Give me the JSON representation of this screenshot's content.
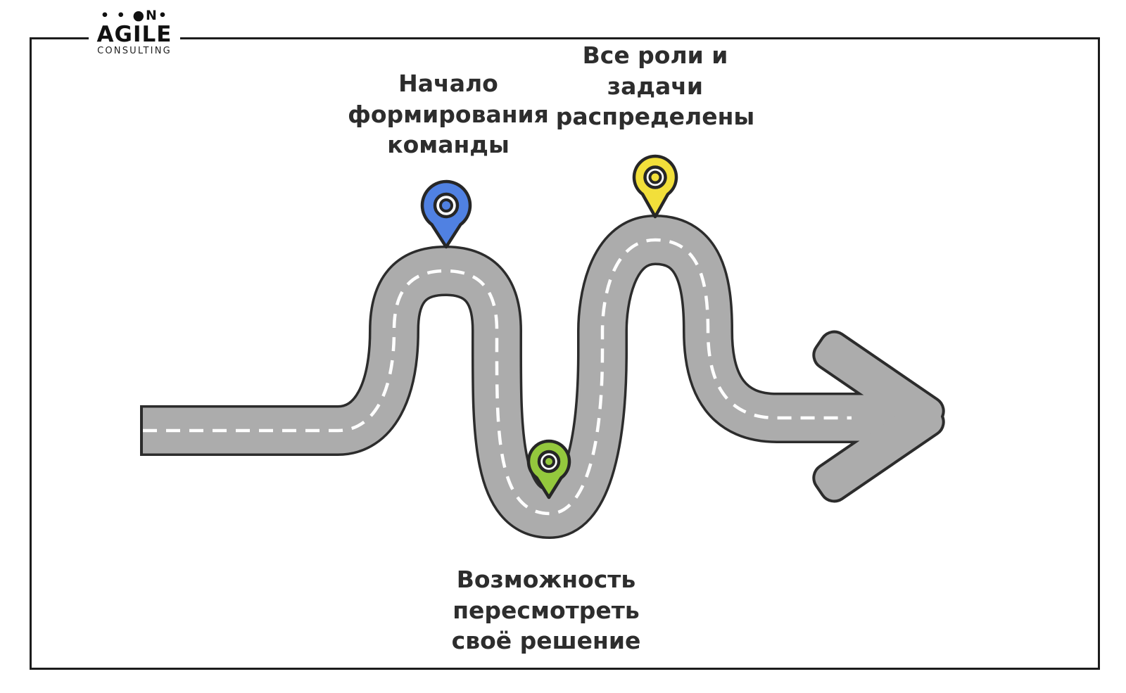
{
  "logo": {
    "dots": "• • ●N•",
    "brand": "AGILE",
    "subtitle": "CONSULTING"
  },
  "milestones": [
    {
      "id": "team-forming-start",
      "lines": [
        "Начало",
        "формирования",
        "команды"
      ],
      "pin": "blue",
      "pin_color": "#5081e2"
    },
    {
      "id": "roles-distributed",
      "lines": [
        "Все роли и",
        "задачи",
        "распределены"
      ],
      "pin": "yellow",
      "pin_color": "#f2df3a"
    },
    {
      "id": "revisit-decision",
      "lines": [
        "Возможность",
        "пересмотреть",
        "своё решение"
      ],
      "pin": "green",
      "pin_color": "#94c83d"
    }
  ],
  "road": {
    "surface_color": "#acacac",
    "outline_color": "#2c2c2c",
    "centerline_color": "#ffffff",
    "pin_outline_color": "#262626"
  }
}
